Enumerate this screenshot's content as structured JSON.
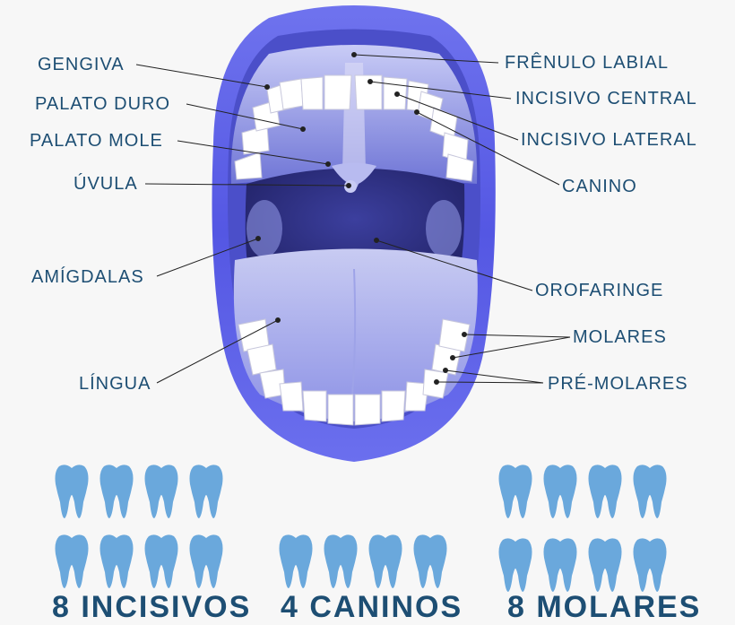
{
  "labels": {
    "gengiva": "GENGIVA",
    "palato_duro": "PALATO DURO",
    "palato_mole": "PALATO MOLE",
    "uvula": "ÚVULA",
    "amigdalas": "AMÍGDALAS",
    "lingua": "LÍNGUA",
    "frenulo": "FRÊNULO LABIAL",
    "incisivo_central": "INCISIVO CENTRAL",
    "incisivo_lateral": "INCISIVO LATERAL",
    "canino": "CANINO",
    "orofaringe": "OROFARINGE",
    "molares": "MOLARES",
    "pre_molares": "PRÉ-MOLARES"
  },
  "groups": {
    "incisivos": "8 INCISIVOS",
    "caninos": "4 CANINOS",
    "molares": "8 MOLARES"
  },
  "colors": {
    "lip": "#5a5ee6",
    "text": "#1d4e73",
    "tooth_icon": "#6aa8dc"
  }
}
